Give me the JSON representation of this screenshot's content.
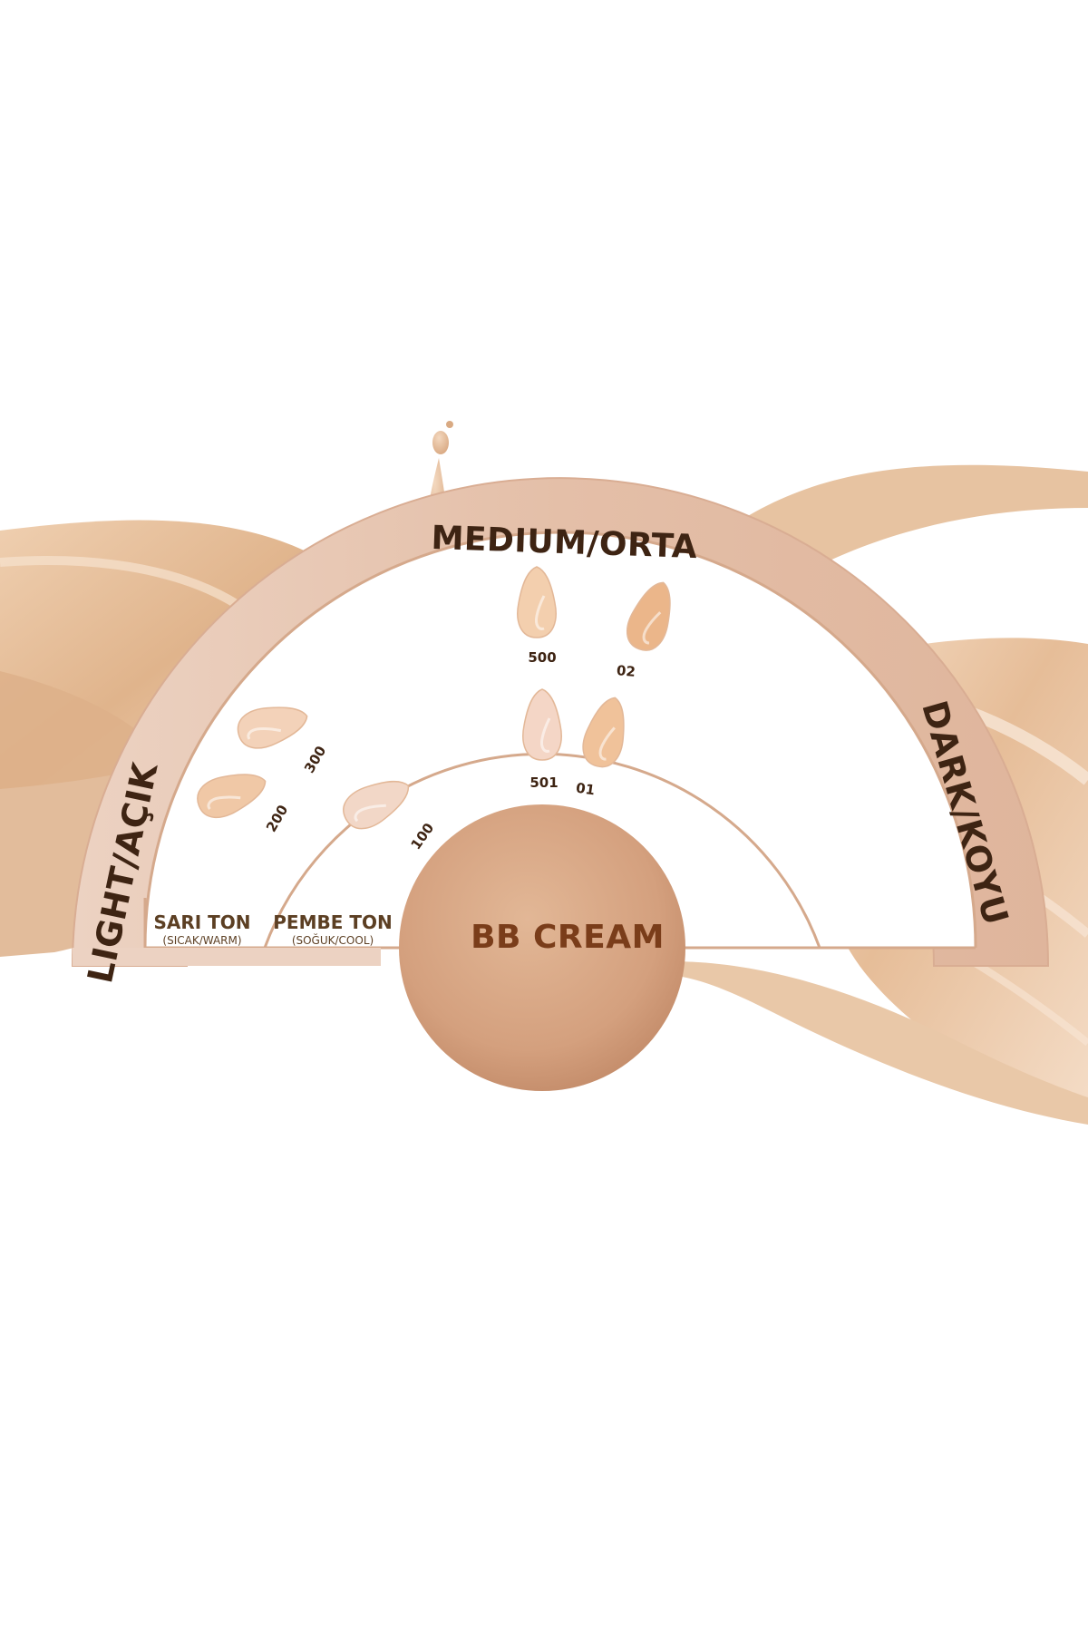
{
  "diagram": {
    "outer_label_top": "MEDIUM/ORTA",
    "outer_label_left": "LIGHT/AÇIK",
    "outer_label_right": "DARK/KOYU",
    "center_label": "BB CREAM",
    "tones": [
      {
        "name": "SARI TON",
        "sub": "(SICAK/WARM)"
      },
      {
        "name": "PEMBE TON",
        "sub": "(SOĞUK/COOL)"
      }
    ],
    "shades": [
      {
        "code": "200",
        "color": "#f0c8a6"
      },
      {
        "code": "300",
        "color": "#f3d2b9"
      },
      {
        "code": "100",
        "color": "#f2d7c7"
      },
      {
        "code": "500",
        "color": "#f3cfae"
      },
      {
        "code": "02",
        "color": "#ebb68a"
      },
      {
        "code": "501",
        "color": "#f4d6c6"
      },
      {
        "code": "01",
        "color": "#f0c29a"
      }
    ]
  },
  "colors": {
    "band": "#e4bfa7",
    "band_inner_border": "#d8ac92",
    "ball": "#d7a584",
    "swirl": "#e8c29f",
    "swirl_dark": "#d9aa83"
  }
}
